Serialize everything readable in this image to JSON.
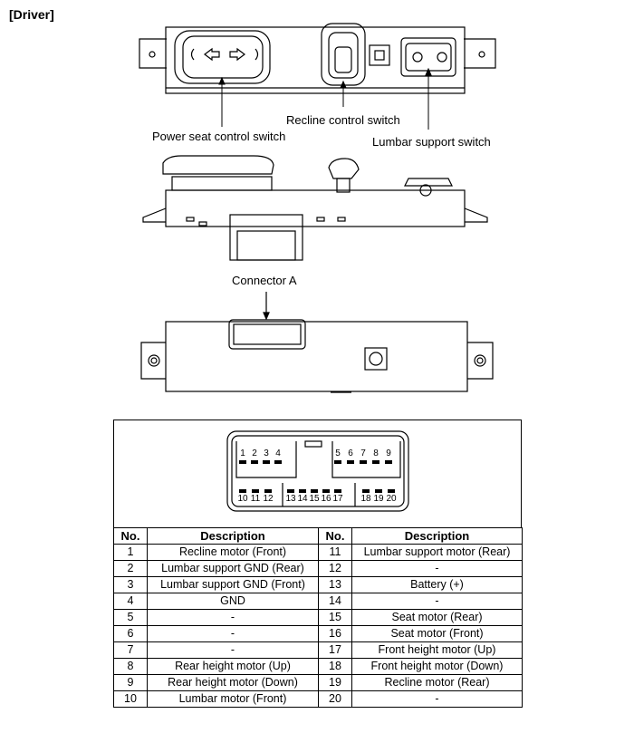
{
  "title": "[Driver]",
  "labels": {
    "power_seat": "Power seat control switch",
    "recline": "Recline control switch",
    "lumbar": "Lumbar support switch",
    "connector": "Connector A"
  },
  "pins_top_left": [
    "1",
    "2",
    "3",
    "4"
  ],
  "pins_top_right": [
    "5",
    "6",
    "7",
    "8",
    "9"
  ],
  "pins_bottom_a": [
    "10",
    "11",
    "12"
  ],
  "pins_bottom_b": [
    "13",
    "14",
    "15",
    "16",
    "17"
  ],
  "pins_bottom_c": [
    "18",
    "19",
    "20"
  ],
  "table": {
    "headers": [
      "No.",
      "Description",
      "No.",
      "Description"
    ],
    "rows": [
      [
        "1",
        "Recline motor (Front)",
        "11",
        "Lumbar support motor (Rear)"
      ],
      [
        "2",
        "Lumbar support GND (Rear)",
        "12",
        "-"
      ],
      [
        "3",
        "Lumbar support GND (Front)",
        "13",
        "Battery (+)"
      ],
      [
        "4",
        "GND",
        "14",
        "-"
      ],
      [
        "5",
        "-",
        "15",
        "Seat motor (Rear)"
      ],
      [
        "6",
        "-",
        "16",
        "Seat motor (Front)"
      ],
      [
        "7",
        "-",
        "17",
        "Front height motor (Up)"
      ],
      [
        "8",
        "Rear height motor (Up)",
        "18",
        "Front height motor (Down)"
      ],
      [
        "9",
        "Rear height motor (Down)",
        "19",
        "Recline motor (Rear)"
      ],
      [
        "10",
        "Lumbar motor (Front)",
        "20",
        "-"
      ]
    ]
  }
}
